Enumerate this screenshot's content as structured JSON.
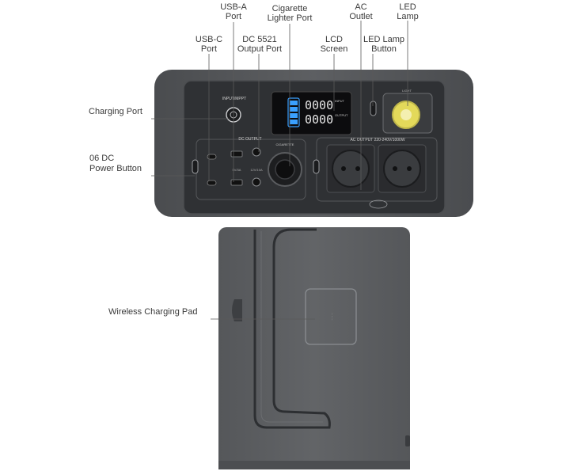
{
  "labels": {
    "usb_a": [
      "USB-A",
      "Port"
    ],
    "cigarette": [
      "Cigarette",
      "Lighter Port"
    ],
    "ac_outlet": [
      "AC",
      "Outlet"
    ],
    "led_lamp": [
      "LED",
      "Lamp"
    ],
    "usb_c": [
      "USB-C",
      "Port"
    ],
    "dc5521": [
      "DC 5521",
      "Output Port"
    ],
    "lcd": [
      "LCD",
      "Screen"
    ],
    "led_button": [
      "LED Lamp",
      "Button"
    ],
    "charging_port": "Charging Port",
    "dc_power": [
      "06 DC",
      "Power Button"
    ],
    "wireless": "Wireless Charging Pad"
  },
  "panel_text": {
    "input_mppt": "INPUT/MPPT",
    "light": "LIGHT",
    "dc_output": "DC OUTPUT",
    "cigarette": "CIGARETTE",
    "ac_output": "AC OUTPUT 220-240V/1000W",
    "usb_a_small": "5V/3A",
    "dc_small": "12V/10A",
    "lcd_value_top": "0000",
    "lcd_value_bottom": "0000",
    "lcd_unit_top": "INPUT",
    "lcd_unit_bottom": "OUTPUT"
  },
  "colors": {
    "body": "#56585b",
    "panel": "#2f3134",
    "lcd_digits": "#e8e8e8",
    "lcd_battery": "#3aa0ff",
    "lamp": "#e8e05a",
    "pad": "#8a8d91"
  }
}
